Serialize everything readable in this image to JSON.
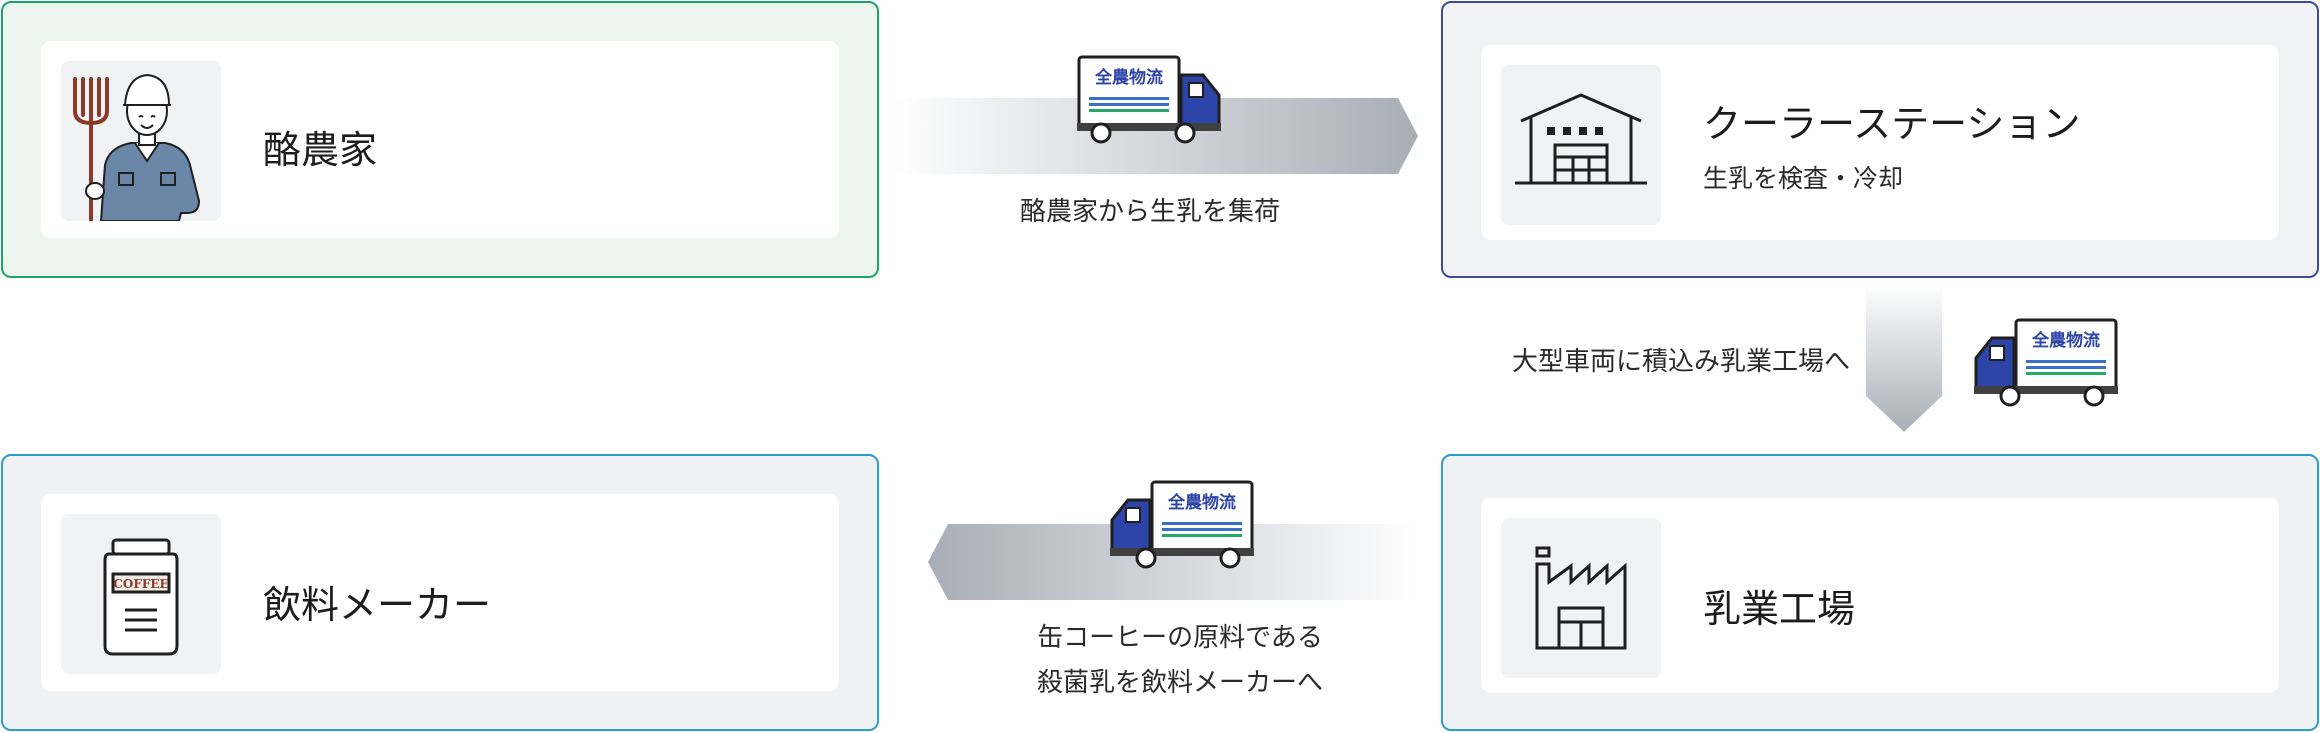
{
  "nodes": {
    "farmer": {
      "title": "酪農家",
      "icon": "farmer-pitchfork-icon"
    },
    "cooler": {
      "title": "クーラーステーション",
      "subtitle": "生乳を検査・冷却",
      "icon": "warehouse-icon"
    },
    "dairy": {
      "title": "乳業工場",
      "icon": "factory-icon"
    },
    "maker": {
      "title": "飲料メーカー",
      "icon": "coffee-can-icon"
    }
  },
  "flows": {
    "farmer_to_cooler": {
      "label": "酪農家から生乳を集荷",
      "truck_text": "全農物流"
    },
    "cooler_to_dairy": {
      "label": "大型車両に積込み乳業工場へ",
      "truck_text": "全農物流"
    },
    "dairy_to_maker": {
      "label_line1": "缶コーヒーの原料である",
      "label_line2": "殺菌乳を飲料メーカーへ",
      "truck_text": "全農物流"
    }
  },
  "can_label": "COFFEE",
  "colors": {
    "farmer_border": "#1ea46b",
    "cooler_border": "#3c4aa0",
    "dairy_border": "#2ea0c8",
    "maker_border": "#2ea0c8",
    "truck_blue": "#2d45a8",
    "stripe_blue": "#3a6fc8",
    "stripe_green": "#25a86a",
    "arrow_gray": "#a4aab3"
  }
}
